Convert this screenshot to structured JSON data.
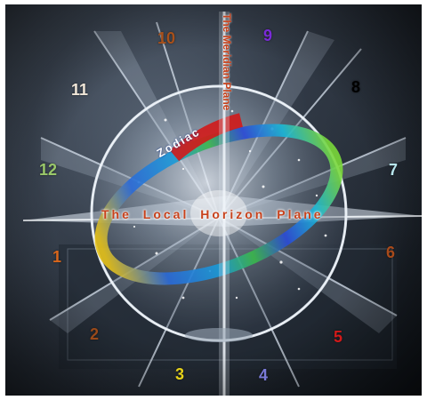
{
  "labels": {
    "horizon_plane": "The Local Horizon Plane",
    "meridian_plane": "The Meridian Plane",
    "zodiac": "Zodiac"
  },
  "houses": [
    {
      "n": "1",
      "color": "#d8661c"
    },
    {
      "n": "2",
      "color": "#9a4a1a"
    },
    {
      "n": "3",
      "color": "#e6d21a"
    },
    {
      "n": "4",
      "color": "#7a7ad8"
    },
    {
      "n": "5",
      "color": "#d21a1a"
    },
    {
      "n": "6",
      "color": "#a84a1a"
    },
    {
      "n": "7",
      "color": "#b8e6ee"
    },
    {
      "n": "8",
      "color": "#000000"
    },
    {
      "n": "9",
      "color": "#7a2ad8"
    },
    {
      "n": "10",
      "color": "#a8501a"
    },
    {
      "n": "11",
      "color": "#f0e6d8"
    },
    {
      "n": "12",
      "color": "#9ac86a"
    }
  ]
}
